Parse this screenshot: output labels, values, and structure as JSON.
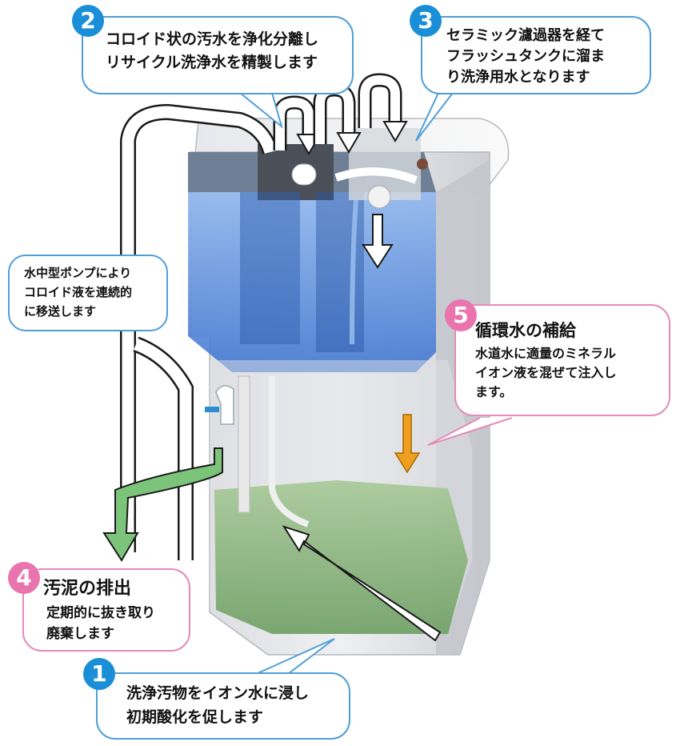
{
  "steps": [
    {
      "number": "1",
      "lines": [
        "洗浄汚物をイオン水に浸し",
        "初期酸化を促します"
      ]
    },
    {
      "number": "2",
      "lines": [
        "コロイド状の汚水を浄化分離し",
        "リサイクル洗浄水を精製します"
      ]
    },
    {
      "number": "3",
      "lines": [
        "セラミック濾過器を経て",
        "フラッシュタンクに溜ま",
        "り洗浄用水となります"
      ]
    },
    {
      "number": "4",
      "title": "汚泥の排出",
      "lines": [
        "定期的に抜き取り",
        "廃棄します"
      ]
    },
    {
      "number": "5",
      "title": "循環水の補給",
      "lines": [
        "水道水に適量のミネラル",
        "イオン液を混ぜて注入し",
        "ます。"
      ]
    }
  ],
  "pump_note": {
    "lines": [
      "水中型ポンプにより",
      "コロイド液を連続的",
      "に移送します"
    ]
  },
  "colors": {
    "blue_accent": "#1a8fd8",
    "pink_accent": "#ea74ad",
    "upper_tank": "#4f88d8",
    "sludge": "#7fb06e",
    "drain_arrow": "#7cc47a",
    "supply_arrow": "#f0a020"
  }
}
